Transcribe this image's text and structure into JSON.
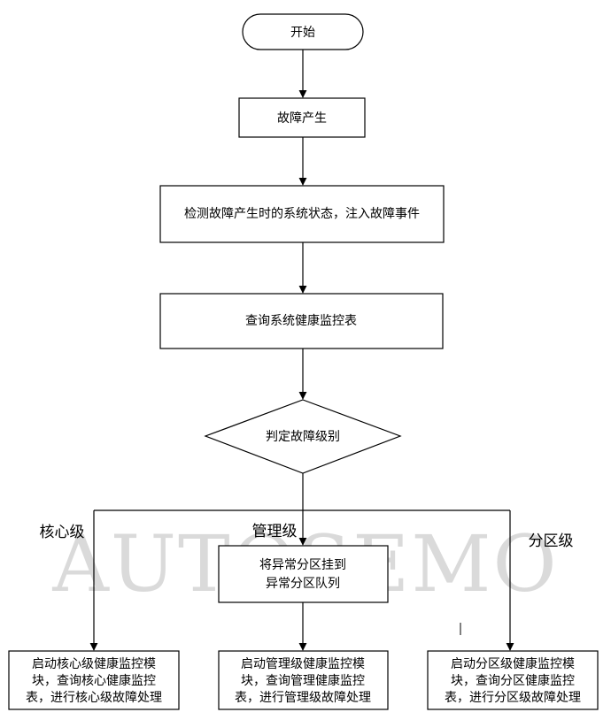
{
  "nodes": {
    "start": "开始",
    "fault": "故障产生",
    "detect": "检测故障产生时的系统状态，注入故障事件",
    "query": "查询系统健康监控表",
    "decision": "判定故障级别",
    "queue_line1": "将异常分区挂到",
    "queue_line2": "异常分区队列",
    "core_line1": "启动核心级健康监控模",
    "core_line2": "块，查询核心健康监控",
    "core_line3": "表，进行核心级故障处理",
    "mgmt_line1": "启动管理级健康监控模",
    "mgmt_line2": "块，查询管理健康监控",
    "mgmt_line3": "表，进行管理级故障处理",
    "part_line1": "启动分区级健康监控模",
    "part_line2": "块，查询分区健康监控",
    "part_line3": "表，进行分区级故障处理"
  },
  "branches": {
    "core": "核心级",
    "mgmt": "管理级",
    "part": "分区级"
  },
  "watermark": "AUTOSEMO"
}
